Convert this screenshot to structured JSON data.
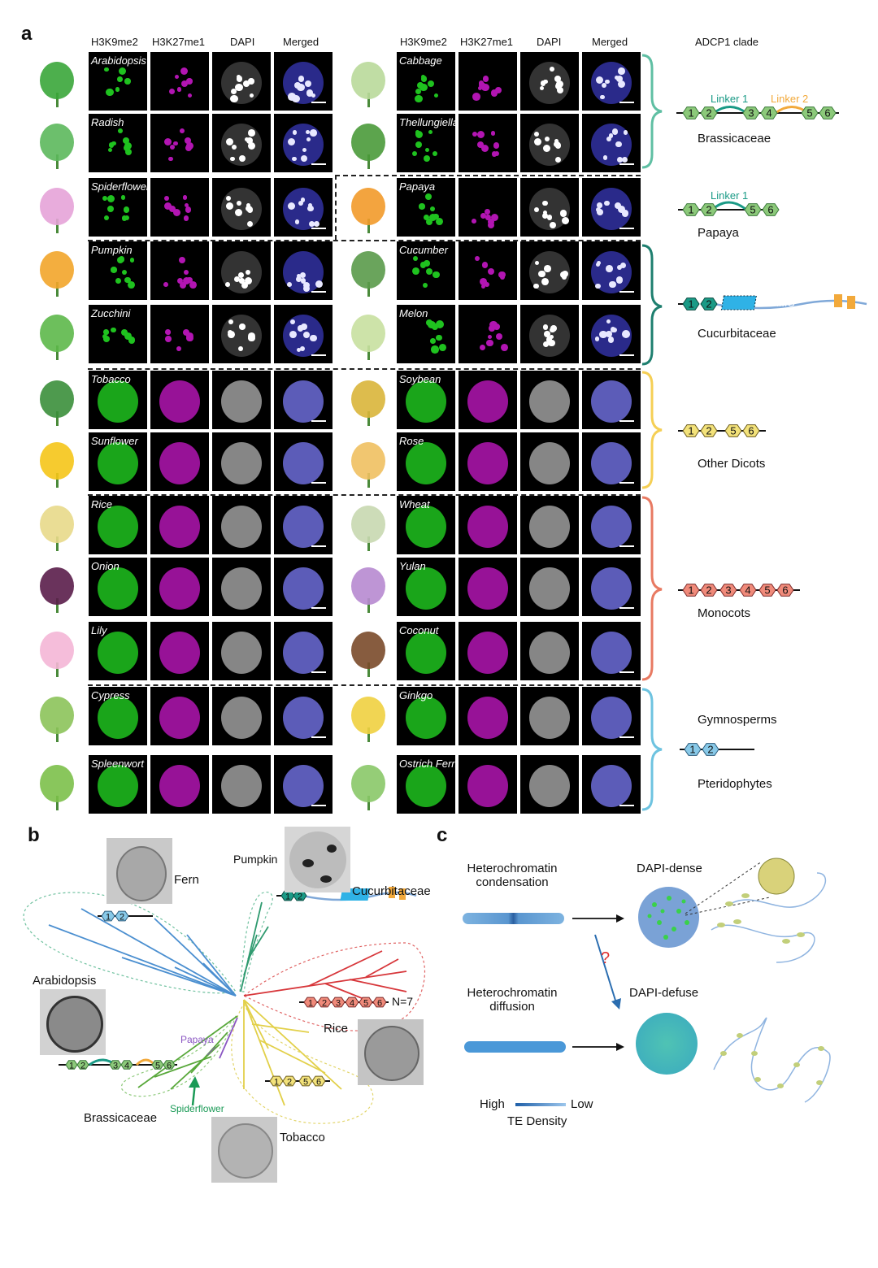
{
  "panels": {
    "a": "a",
    "b": "b",
    "c": "c"
  },
  "column_headers": [
    "H3K9me2",
    "H3K27me1",
    "DAPI",
    "Merged"
  ],
  "adcp1_header": "ADCP1 clade",
  "species_left": [
    "Arabidopsis",
    "Radish",
    "Spiderflower",
    "Pumpkin",
    "Zucchini",
    "Tobacco",
    "Sunflower",
    "Rice",
    "Onion",
    "Lily",
    "Cypress",
    "Spleenwort"
  ],
  "species_right": [
    "Cabbage",
    "Thellungiella",
    "Papaya",
    "Cucumber",
    "Melon",
    "Soybean",
    "Rose",
    "Wheat",
    "Yulan",
    "Coconut",
    "Ginkgo",
    "Ostrich Fern"
  ],
  "clades": {
    "brassicaceae": {
      "name": "Brassicaceae",
      "linker1": "Linker 1",
      "linker2": "Linker 2",
      "domains": [
        "1",
        "2",
        "3",
        "4",
        "5",
        "6"
      ]
    },
    "papaya": {
      "name": "Papaya",
      "linker1": "Linker 1",
      "domains": [
        "1",
        "2",
        "5",
        "6"
      ]
    },
    "cucurbitaceae": {
      "name": "Cucurbitaceae",
      "hmg": "HMG",
      "domains": [
        "1",
        "2"
      ]
    },
    "other_dicots": {
      "name": "Other Dicots",
      "domains": [
        "1",
        "2",
        "5",
        "6"
      ]
    },
    "monocots": {
      "name": "Monocots",
      "domains": [
        "1",
        "2",
        "3",
        "4",
        "5",
        "6"
      ]
    },
    "gymnosperms": {
      "name": "Gymnosperms"
    },
    "pteridophytes": {
      "name": "Pteridophytes",
      "domains": [
        "1",
        "2"
      ]
    }
  },
  "panel_b": {
    "fern": "Fern",
    "pumpkin": "Pumpkin",
    "cucurbitaceae": "Cucurbitaceae",
    "arabidopsis": "Arabidopsis",
    "rice": "Rice",
    "papaya": "Papaya",
    "spiderflower": "Spiderflower",
    "brassicaceae": "Brassicaceae",
    "tobacco": "Tobacco",
    "n7": "N=7"
  },
  "panel_c": {
    "het_cond": [
      "Heterochromatin",
      "condensation"
    ],
    "het_diff": [
      "Heterochromatin",
      "diffusion"
    ],
    "dapi_dense": "DAPI-dense",
    "dapi_defuse": "DAPI-defuse",
    "question": "?",
    "high": "High",
    "low": "Low",
    "te_density": "TE Density"
  },
  "colors": {
    "green_domain": "#8cc97a",
    "teal_domain": "#1a9a86",
    "yellow_domain": "#f3e27a",
    "red_domain": "#f08a7a",
    "blue_domain": "#88c9e8",
    "hmg": "#2fb2e6",
    "brace_brassicaceae": "#5fbfa3",
    "brace_cucurbitaceae": "#1e7f6f",
    "brace_dicots": "#f5cf55",
    "brace_monocots": "#e87a62",
    "brace_gymno": "#6ec3e0"
  }
}
